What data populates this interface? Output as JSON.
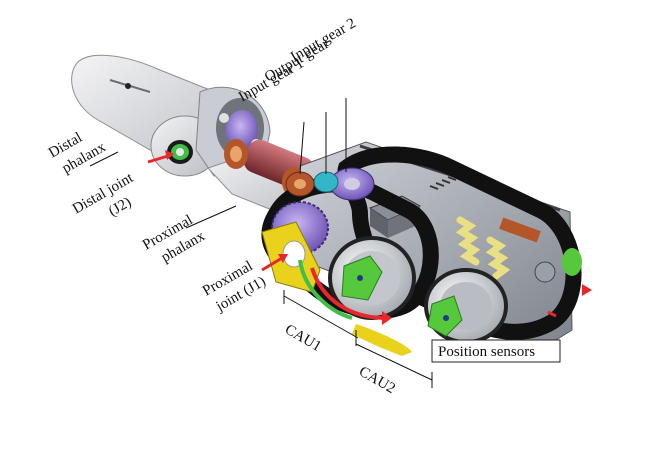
{
  "labels": {
    "input_gear_2": "Input gear 2",
    "output_gear": "Output gear",
    "input_gear_1": "Input gear 1",
    "distal_phalanx_line1": "Distal",
    "distal_phalanx_line2": "phalanx",
    "distal_joint_line1": "Distal joint",
    "distal_joint_line2": "(J2)",
    "proximal_phalanx_line1": "Proximal",
    "proximal_phalanx_line2": "phalanx",
    "proximal_joint_line1": "Proximal",
    "proximal_joint_line2": "joint (J1)",
    "cau1": "CAU1",
    "cau2": "CAU2",
    "position_sensors": "Position sensors"
  },
  "colors": {
    "arrow_red": "#e8262b",
    "sensor_green": "#55c83c",
    "yellow_bracket": "#e9d11c",
    "belt_black": "#111111",
    "gear_purple": "#8a6fd0",
    "gear_teal": "#32b6c8",
    "copper": "#b5562a",
    "spring_yellow": "#e9df83"
  }
}
